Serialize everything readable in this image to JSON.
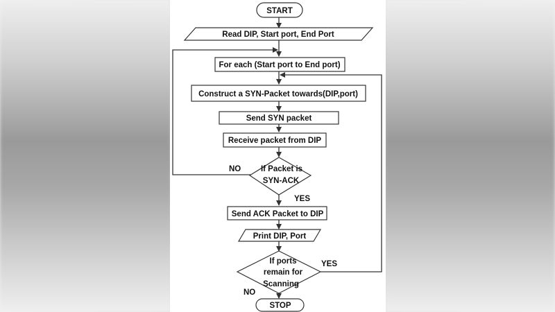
{
  "nodes": {
    "start": "START",
    "read_input": "Read DIP, Start port, End Port",
    "for_each": "For each (Start port to End port)",
    "construct": "Construct a SYN-Packet towards(DIP,port)",
    "send_syn": "Send SYN packet",
    "receive": "Receive packet from DIP",
    "decision_synack_line1": "If Packet is",
    "decision_synack_line2": "SYN-ACK",
    "send_ack": "Send ACK Packet to DIP",
    "print": "Print DIP, Port",
    "decision_remain_line1": "If ports",
    "decision_remain_line2": "remain for",
    "decision_remain_line3": "Scanning",
    "stop": "STOP"
  },
  "edges": {
    "synack_no": "NO",
    "synack_yes": "YES",
    "remain_yes": "YES",
    "remain_no": "NO"
  }
}
